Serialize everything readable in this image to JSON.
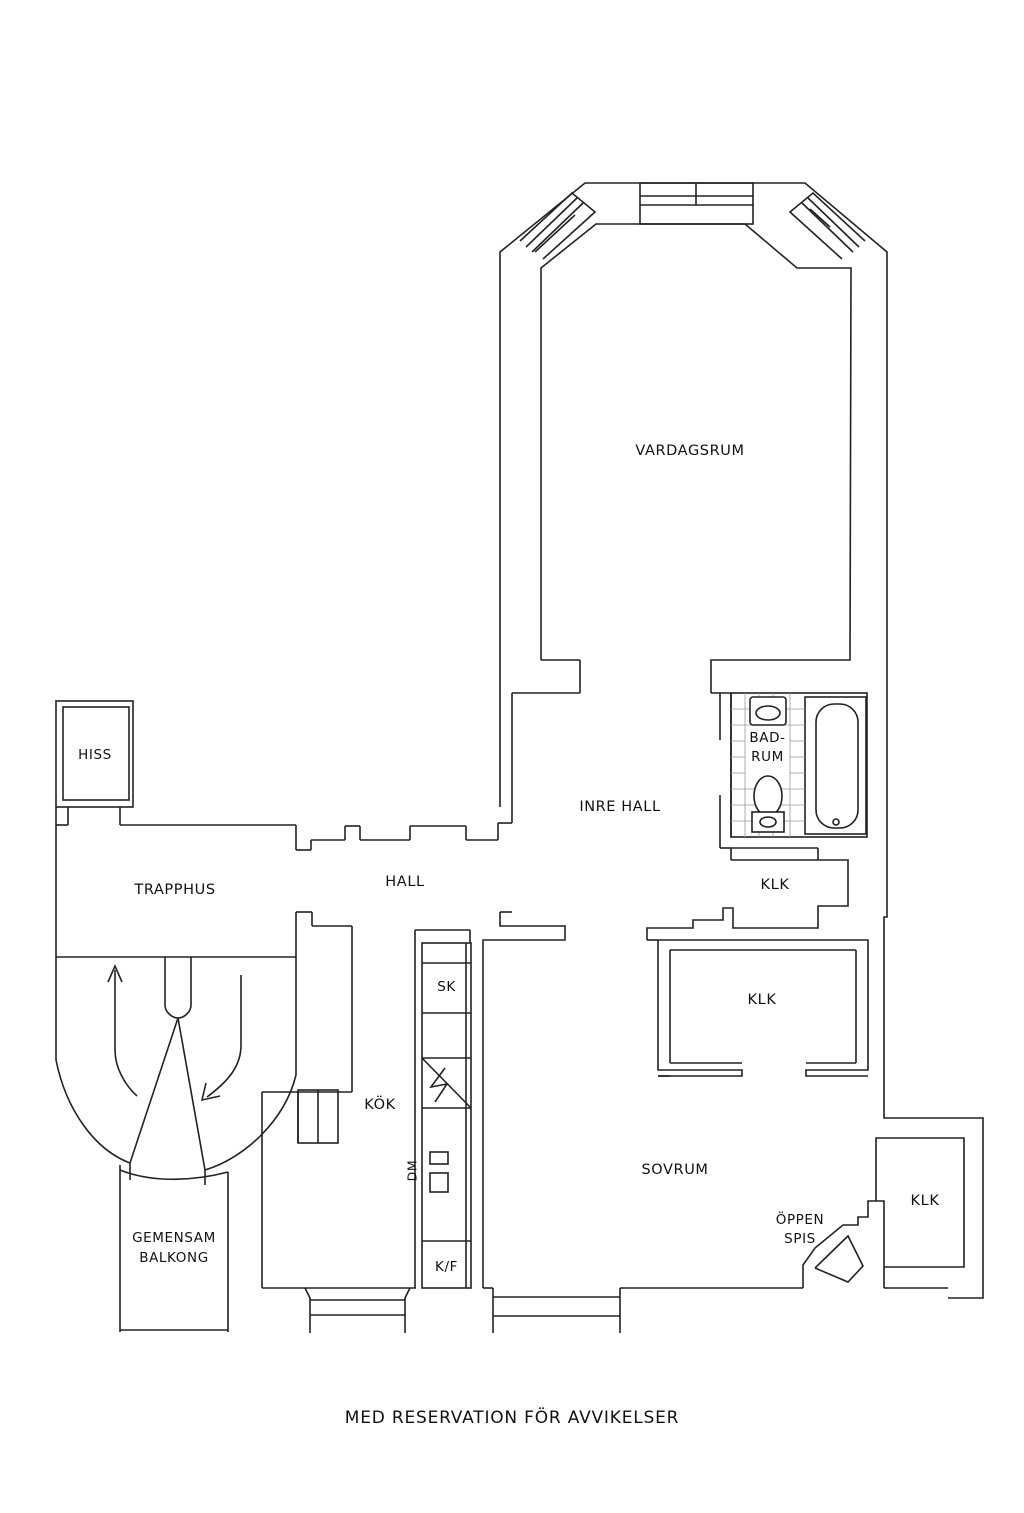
{
  "rooms": {
    "vardagsrum": "VARDAGSRUM",
    "inre_hall": "INRE HALL",
    "hall": "HALL",
    "trapphus": "TRAPPHUS",
    "hiss": "HISS",
    "badrum_1": "BAD-",
    "badrum_2": "RUM",
    "klk_1": "KLK",
    "klk_2": "KLK",
    "klk_3": "KLK",
    "kok": "KÖK",
    "sk": "SK",
    "dm": "DM",
    "kf": "K/F",
    "sovrum": "SOVRUM",
    "oppen_spis_1": "ÖPPEN",
    "oppen_spis_2": "SPIS",
    "gemensam_balkong_1": "GEMENSAM",
    "gemensam_balkong_2": "BALKONG"
  },
  "footer": {
    "disclaimer": "MED RESERVATION FÖR AVVIKELSER"
  },
  "colors": {
    "line": "#222222",
    "background": "#ffffff",
    "tile_grid": "#9a9a9a"
  }
}
